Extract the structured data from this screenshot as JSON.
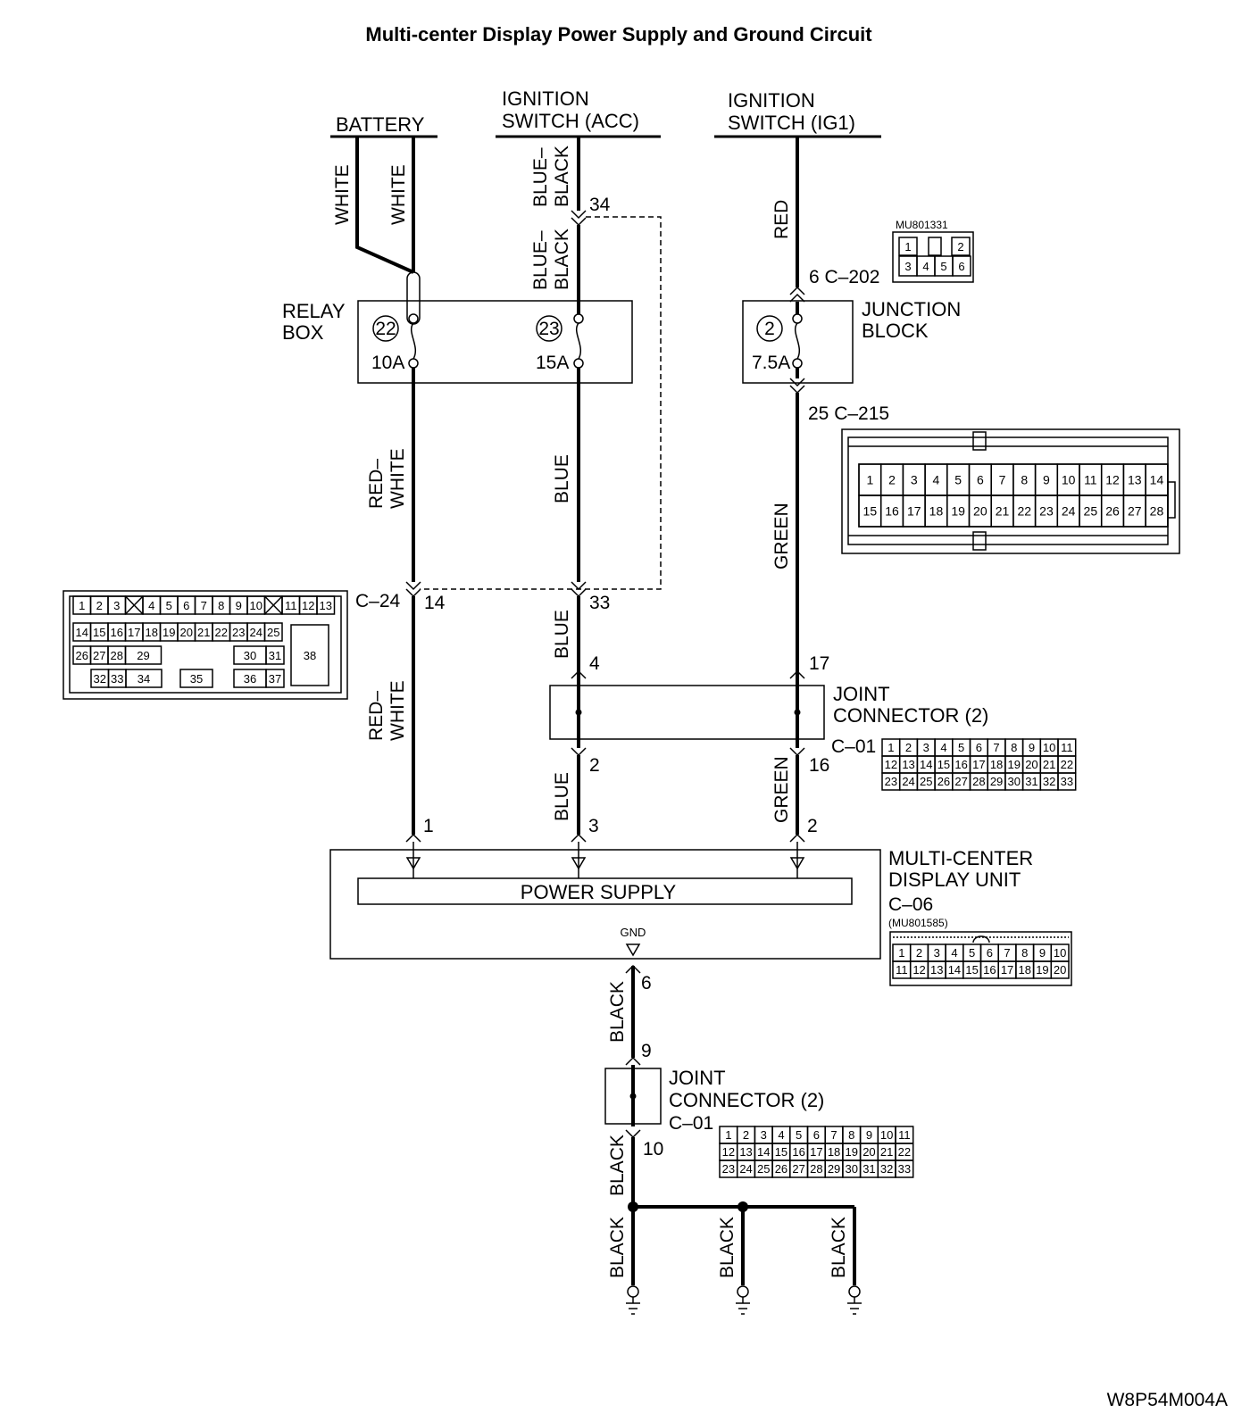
{
  "title": "Multi-center Display Power Supply and Ground Circuit",
  "drawing_code": "W8P54M004A",
  "sources": {
    "battery": "BATTERY",
    "acc_line1": "IGNITION",
    "acc_line2": "SWITCH (ACC)",
    "ig1_line1": "IGNITION",
    "ig1_line2": "SWITCH (IG1)"
  },
  "wires": {
    "white": "WHITE",
    "blue_black_1": "BLUE–",
    "blue_black_2": "BLACK",
    "red": "RED",
    "red_white_1": "RED–",
    "red_white_2": "WHITE",
    "blue": "BLUE",
    "green": "GREEN",
    "black": "BLACK"
  },
  "relay_box": {
    "label1": "RELAY",
    "label2": "BOX",
    "fuse_a_no": "22",
    "fuse_a_rating": "10A",
    "fuse_b_no": "23",
    "fuse_b_rating": "15A"
  },
  "junction_block": {
    "label1": "JUNCTION",
    "label2": "BLOCK",
    "fuse_no": "2",
    "fuse_rating": "7.5A",
    "part": "MU801331",
    "pins_top": [
      "1",
      "2"
    ],
    "pins_bottom": [
      "3",
      "4",
      "5",
      "6"
    ]
  },
  "pins": {
    "p34": "34",
    "c202": "6  C–202",
    "c215": "25  C–215",
    "c24": "C–24",
    "p14": "14",
    "p33": "33",
    "p4": "4",
    "p17": "17",
    "p2": "2",
    "p16": "16",
    "p1": "1",
    "p3": "3",
    "p2b": "2",
    "p6": "6",
    "p9": "9",
    "p10": "10"
  },
  "joint_connector": {
    "label1": "JOINT",
    "label2": "CONNECTOR (2)",
    "code": "C–01"
  },
  "display_unit": {
    "label1": "MULTI-CENTER",
    "label2": "DISPLAY UNIT",
    "code": "C–06",
    "part": "(MU801585)",
    "power_supply": "POWER SUPPLY",
    "gnd": "GND"
  },
  "connector_c215": {
    "row1": [
      "1",
      "2",
      "3",
      "4",
      "5",
      "6",
      "7",
      "8",
      "9",
      "10",
      "11",
      "12",
      "13",
      "14"
    ],
    "row2": [
      "15",
      "16",
      "17",
      "18",
      "19",
      "20",
      "21",
      "22",
      "23",
      "24",
      "25",
      "26",
      "27",
      "28"
    ]
  },
  "connector_c01": {
    "row1": [
      "1",
      "2",
      "3",
      "4",
      "5",
      "6",
      "7",
      "8",
      "9",
      "10",
      "11"
    ],
    "row2": [
      "12",
      "13",
      "14",
      "15",
      "16",
      "17",
      "18",
      "19",
      "20",
      "21",
      "22"
    ],
    "row3": [
      "23",
      "24",
      "25",
      "26",
      "27",
      "28",
      "29",
      "30",
      "31",
      "32",
      "33"
    ]
  },
  "connector_c06": {
    "row1": [
      "1",
      "2",
      "3",
      "4",
      "5",
      "6",
      "7",
      "8",
      "9",
      "10"
    ],
    "row2": [
      "11",
      "12",
      "13",
      "14",
      "15",
      "16",
      "17",
      "18",
      "19",
      "20"
    ]
  },
  "connector_c24": {
    "row1": [
      "1",
      "2",
      "3",
      "4",
      "5",
      "6",
      "7",
      "8",
      "9",
      "10",
      "11",
      "12",
      "13"
    ],
    "row2": [
      "14",
      "15",
      "16",
      "17",
      "18",
      "19",
      "20",
      "21",
      "22",
      "23",
      "24",
      "25"
    ],
    "row3": [
      "26",
      "27",
      "28",
      "29",
      "30",
      "31",
      "38"
    ],
    "row4": [
      "32",
      "33",
      "34",
      "35",
      "36",
      "37"
    ]
  }
}
